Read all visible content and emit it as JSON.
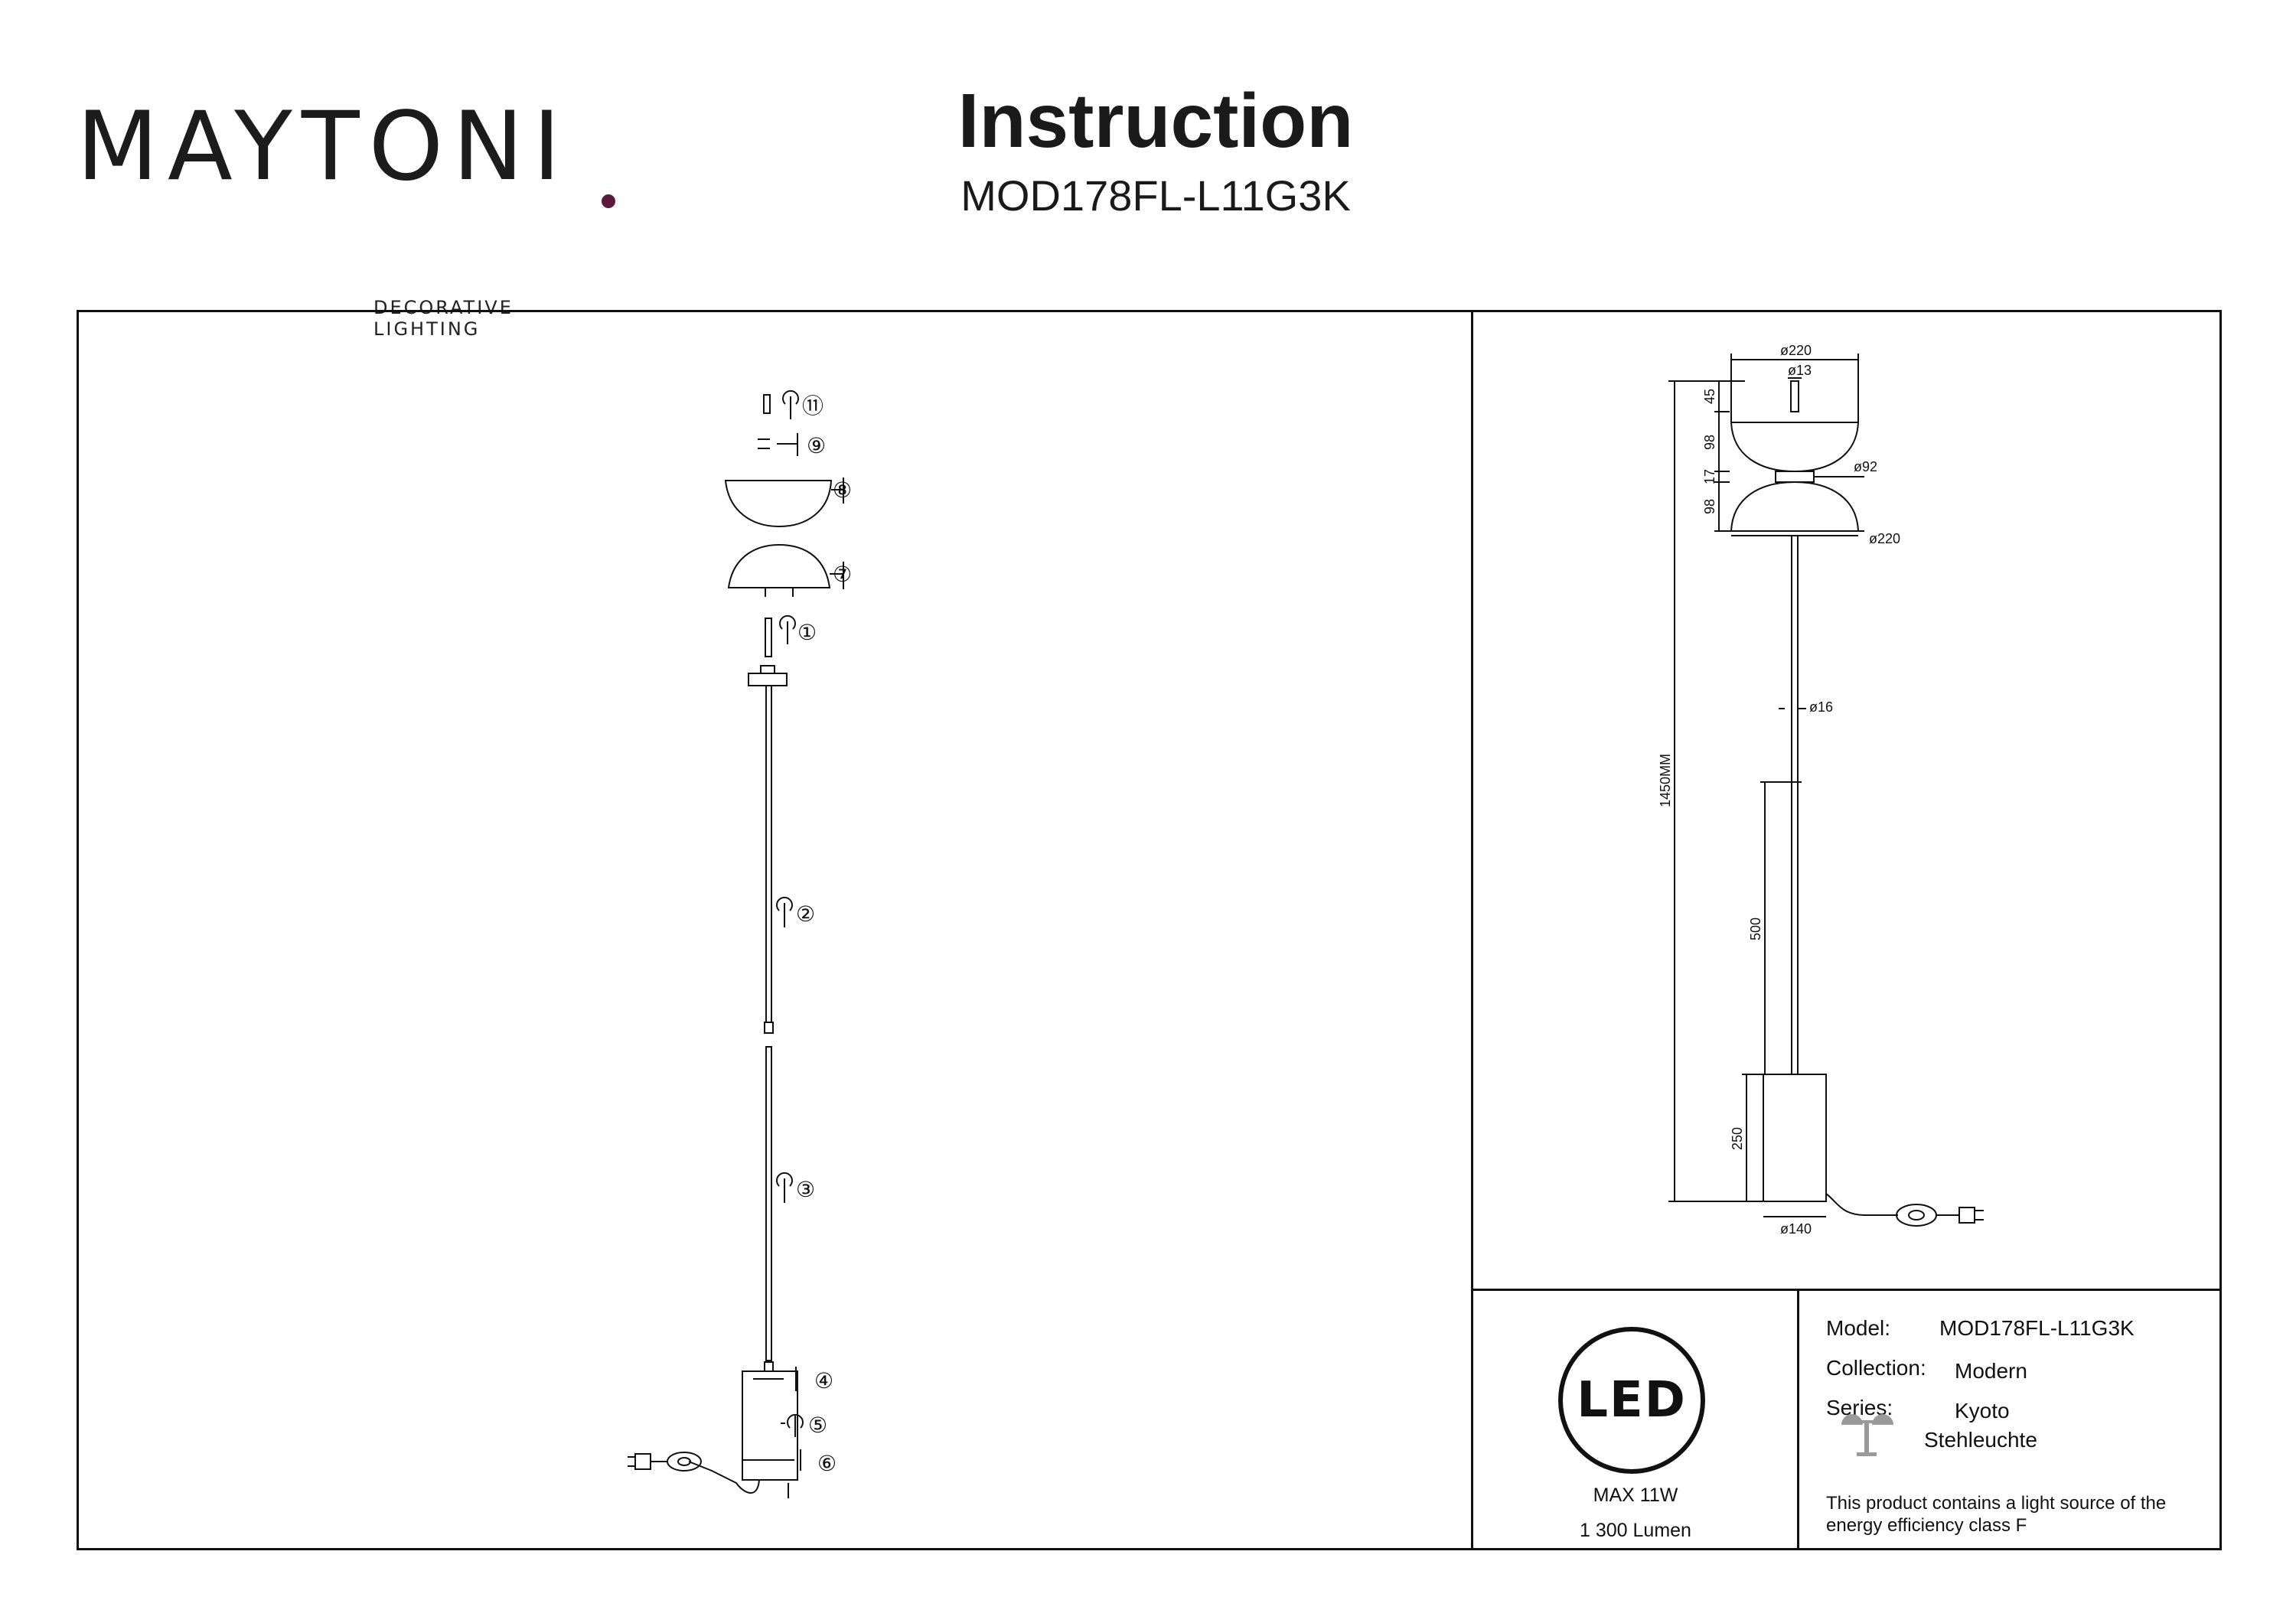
{
  "brand": {
    "name": "MAYTONI",
    "tagline": "DECORATIVE LIGHTING",
    "accent_color": "#5b1a3c"
  },
  "header": {
    "title": "Instruction",
    "model_code": "MOD178FL-L11G3K"
  },
  "assembly": {
    "parts": [
      {
        "number": "11",
        "label": "⑪"
      },
      {
        "number": "9",
        "label": "⑨"
      },
      {
        "number": "8",
        "label": "⑧"
      },
      {
        "number": "7",
        "label": "⑦"
      },
      {
        "number": "1",
        "label": "①"
      },
      {
        "number": "2",
        "label": "②"
      },
      {
        "number": "3",
        "label": "③"
      },
      {
        "number": "4",
        "label": "④"
      },
      {
        "number": "5",
        "label": "⑤"
      },
      {
        "number": "6",
        "label": "⑥"
      }
    ]
  },
  "dimensions": {
    "top_diameter": "ø220",
    "stem_diameter": "ø13",
    "neck_diameter": "ø92",
    "bottom_shade_diameter": "ø220",
    "pole_diameter": "ø16",
    "base_diameter": "ø140",
    "total_height": "1450MM",
    "h_top_stem": "45",
    "h_top_shade": "98",
    "h_neck": "17",
    "h_bottom_shade": "98",
    "h_lower_pole": "500",
    "h_base": "250"
  },
  "led": {
    "badge": "LED",
    "max_power": "MAX 11W",
    "lumen": "1 300 Lumen"
  },
  "specs": {
    "model_label": "Model:",
    "model_value": "MOD178FL-L11G3K",
    "collection_label": "Collection:",
    "collection_value": "Modern",
    "series_label": "Series:",
    "series_value": "Kyoto",
    "type_value": "Stehleuchte",
    "energy_note": "This product contains a light source of the energy efficiency class F"
  }
}
